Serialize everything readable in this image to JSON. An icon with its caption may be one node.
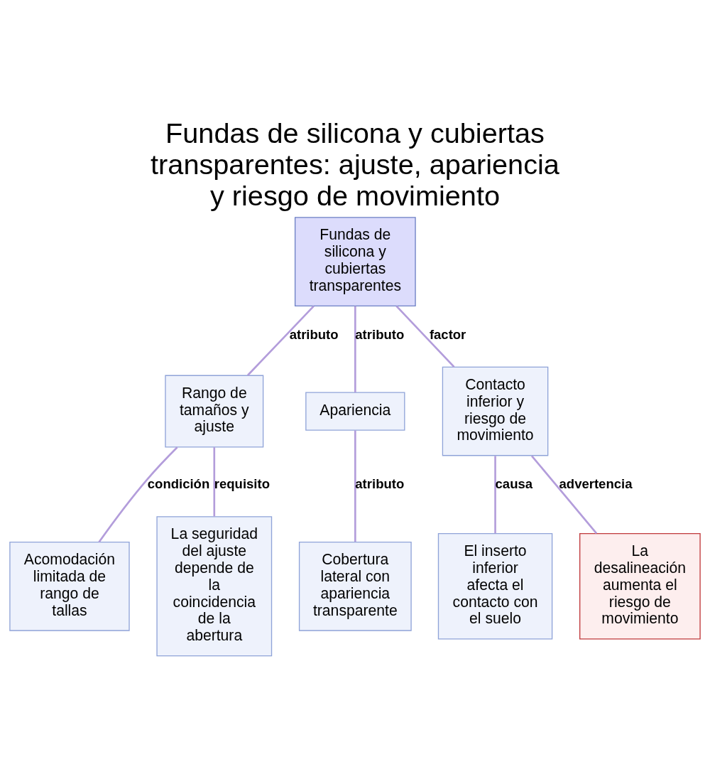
{
  "diagram": {
    "title": "Fundas de silicona y cubiertas transparentes: ajuste, apariencia y riesgo de movimiento",
    "nodes": [
      {
        "text": [
          "Fundas de silicona y cubiertas transparentes"
        ]
      },
      {
        "text": [
          "Rango de tamaños y ajuste"
        ]
      },
      {
        "text": [
          "Apariencia"
        ]
      },
      {
        "text": [
          "Contacto inferior y riesgo de movimiento"
        ]
      },
      {
        "text": [
          "Acomodación limitada de rango de tallas"
        ]
      },
      {
        "text": [
          "La seguridad del ajuste depende de la coincidencia de la abertura"
        ]
      },
      {
        "text": [
          "Cobertura lateral con apariencia transparente"
        ]
      },
      {
        "text": [
          "El inserto inferior afecta el contacto con el suelo"
        ]
      },
      {
        "text": [
          "La desalineación aumenta el riesgo de movimiento"
        ]
      }
    ],
    "edges": [
      {
        "from": 0,
        "to": 1,
        "arrow": "none",
        "label": "atributo"
      },
      {
        "from": 0,
        "to": 2,
        "arrow": "none",
        "label": "atributo"
      },
      {
        "from": 0,
        "to": 3,
        "arrow": "none",
        "label": "factor"
      },
      {
        "from": 1,
        "to": 4,
        "arrow": "none",
        "label": "condición"
      },
      {
        "from": 1,
        "to": 5,
        "arrow": "none",
        "label": "requisito"
      },
      {
        "from": 2,
        "to": 6,
        "arrow": "none",
        "label": "atributo"
      },
      {
        "from": 3,
        "to": 7,
        "arrow": "none",
        "label": "causa"
      },
      {
        "from": 3,
        "to": 8,
        "arrow": "none",
        "label": "advertencia"
      }
    ]
  }
}
